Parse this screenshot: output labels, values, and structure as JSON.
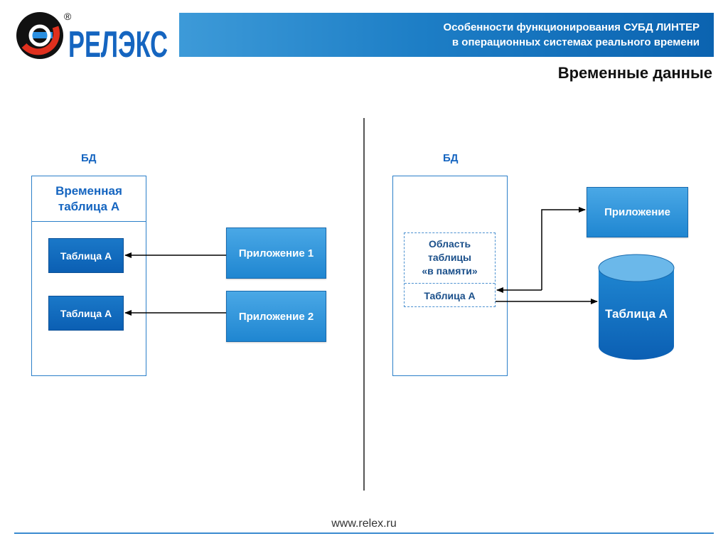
{
  "logo": {
    "text": "РЕЛЭКС",
    "registered_mark": "®"
  },
  "header": {
    "title_line1": "Особенности функционирования СУБД ЛИНТЕР",
    "title_line2": "в операционных системах реального времени"
  },
  "slide_title": "Временные данные",
  "left": {
    "db_label": "БД",
    "temp_table_title_line1": "Временная",
    "temp_table_title_line2": "таблица А",
    "table1": "Таблица А",
    "table2": "Таблица А",
    "app1": "Приложение 1",
    "app2": "Приложение 2"
  },
  "right": {
    "db_label": "БД",
    "memory_area_line1": "Область",
    "memory_area_line2": "таблицы",
    "memory_area_line3": "«в памяти»",
    "memory_table": "Таблица А",
    "app": "Приложение",
    "disk_table": "Таблица А"
  },
  "footer": {
    "url": "www.relex.ru"
  },
  "colors": {
    "brand_blue": "#0b63b0",
    "accent_blue": "#1f86d1",
    "logo_red": "#e0301e",
    "text_blue": "#1565c0"
  }
}
